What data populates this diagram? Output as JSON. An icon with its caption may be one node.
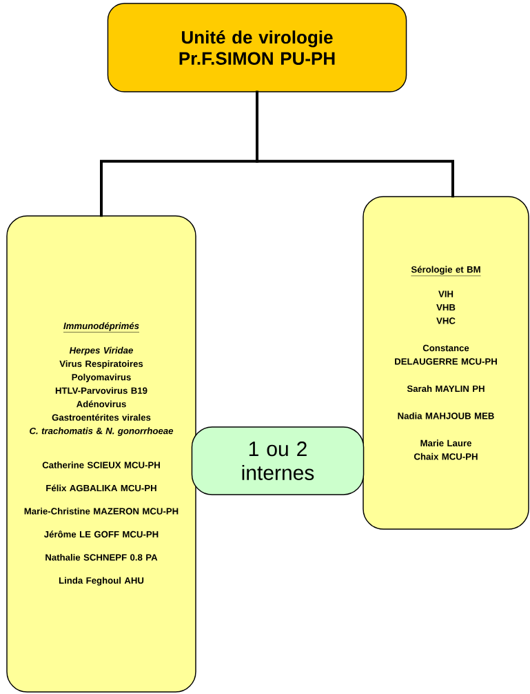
{
  "diagram": {
    "nodes": [
      {
        "text": [
          "Unité de virologie",
          "Pr.F.SIMON PU-PH"
        ]
      },
      {
        "text": [
          "Immunodéprimés",
          "Herpes Viridae",
          "Virus Respiratoires",
          "Polyomavirus",
          "HTLV-Parvovirus B19",
          "Adénovirus",
          "Gastroentérites virales",
          "*C. trachomatis* & *N. gonorrhoeae*",
          "Catherine SCIEUX MCU-PH",
          "Félix AGBALIKA MCU-PH",
          "Marie-Christine MAZERON MCU-PH",
          "Jérôme LE GOFF MCU-PH",
          "Nathalie SCHNEPF 0.8 PA",
          "Linda Feghoul AHU"
        ]
      },
      {
        "text": [
          "Sérologie et BM",
          "VIH",
          "VHB",
          "VHC",
          "Constance DELAUGERRE MCU-PH",
          "Sarah MAYLIN PH",
          "Nadia MAHJOUB MEB",
          "Marie Laure Chaix MCU-PH"
        ]
      },
      {
        "text": [
          "1 ou 2 internes"
        ]
      }
    ],
    "edges": [
      {
        "from": 0,
        "to": 1,
        "arrow": "none"
      },
      {
        "from": 0,
        "to": 2,
        "arrow": "none"
      }
    ]
  }
}
